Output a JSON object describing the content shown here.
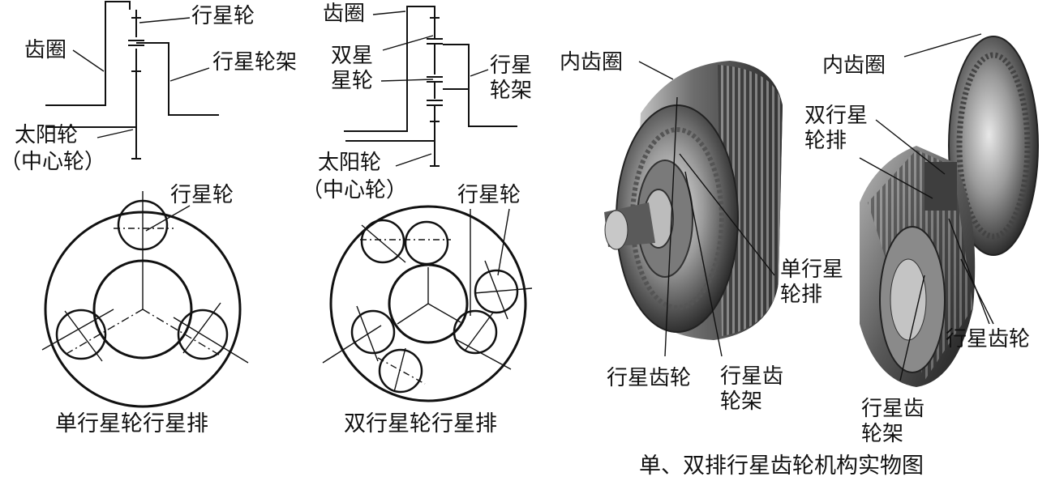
{
  "single_planet_schematic": {
    "ring_gear": "齿圈",
    "planet_gear": "行星轮",
    "carrier": "行星轮架",
    "sun_gear": "太阳轮",
    "sun_gear_alt": "（中心轮）"
  },
  "double_planet_schematic": {
    "ring_gear": "齿圈",
    "double_planet": "双星\n星轮",
    "carrier": "行星\n轮架",
    "sun_gear": "太阳轮",
    "sun_gear_alt": "（中心轮）"
  },
  "single_row_view": {
    "planet_gear": "行星轮",
    "caption": "单行星轮行星排"
  },
  "double_row_view": {
    "planet_gear": "行星轮",
    "caption": "双行星轮行星排"
  },
  "photo_single": {
    "inner_ring_gear": "内齿圈",
    "single_set": "单行星\n轮排",
    "planet_gear": "行星齿轮",
    "planet_carrier": "行星齿\n轮架"
  },
  "photo_double": {
    "inner_ring_gear": "内齿圈",
    "double_set": "双行星\n轮排",
    "planet_gear": "行星齿轮",
    "planet_carrier": "行星齿\n轮架"
  },
  "figure_caption": "单、双排行星齿轮机构实物图"
}
